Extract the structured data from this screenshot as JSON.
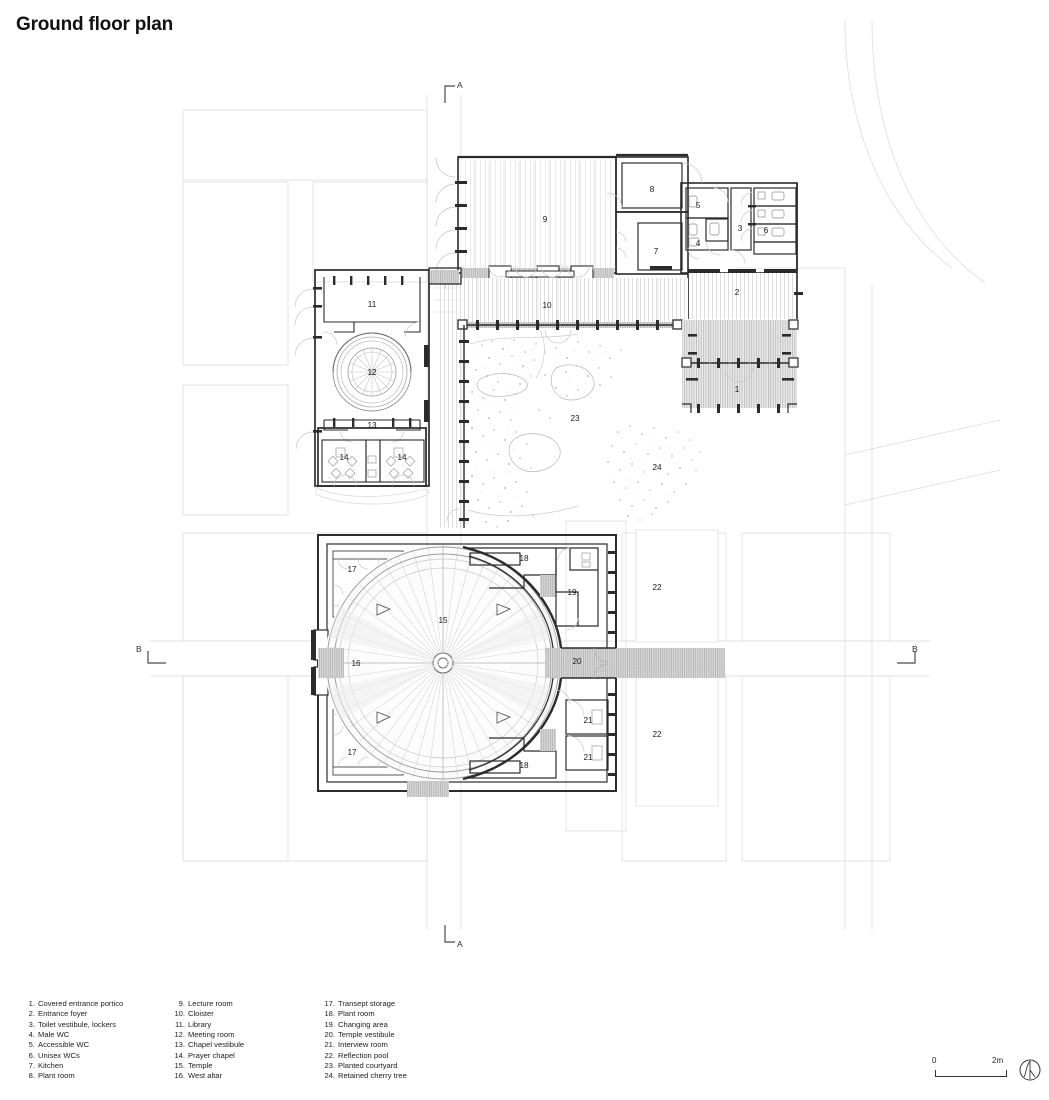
{
  "page": {
    "title": "Ground floor plan"
  },
  "scale": {
    "zero_label": "0",
    "max_label": "2m",
    "north_icon": "north-arrow-icon"
  },
  "section_markers": [
    {
      "name": "section-marker-a-top",
      "label": "A"
    },
    {
      "name": "section-marker-a-bottom",
      "label": "A"
    },
    {
      "name": "section-marker-b-left",
      "label": "B"
    },
    {
      "name": "section-marker-b-right",
      "label": "B"
    }
  ],
  "legend": {
    "columns": [
      [
        {
          "num": "1.",
          "label": "Covered entrance portico"
        },
        {
          "num": "2.",
          "label": "Entrance foyer"
        },
        {
          "num": "3.",
          "label": "Toilet vestibule, lockers"
        },
        {
          "num": "4.",
          "label": "Male WC"
        },
        {
          "num": "5.",
          "label": "Accessible WC"
        },
        {
          "num": "6.",
          "label": "Unisex WCs"
        },
        {
          "num": "7.",
          "label": "Kitchen"
        },
        {
          "num": "8.",
          "label": "Plant room"
        }
      ],
      [
        {
          "num": "9.",
          "label": "Lecture room"
        },
        {
          "num": "10.",
          "label": "Cloister"
        },
        {
          "num": "11.",
          "label": "Library"
        },
        {
          "num": "12.",
          "label": "Meeting room"
        },
        {
          "num": "13.",
          "label": "Chapel vestibule"
        },
        {
          "num": "14.",
          "label": "Prayer chapel"
        },
        {
          "num": "15.",
          "label": "Temple"
        },
        {
          "num": "16.",
          "label": "West altar"
        }
      ],
      [
        {
          "num": "17.",
          "label": "Transept storage"
        },
        {
          "num": "18.",
          "label": "Plant room"
        },
        {
          "num": "19.",
          "label": "Changing area"
        },
        {
          "num": "20.",
          "label": "Temple vestibule"
        },
        {
          "num": "21.",
          "label": "Interview room"
        },
        {
          "num": "22.",
          "label": "Reflection pool"
        },
        {
          "num": "23.",
          "label": "Planted courtyard"
        },
        {
          "num": "24.",
          "label": "Retained cherry tree"
        }
      ]
    ]
  },
  "room_numbers": {
    "n1": "1",
    "n2": "2",
    "n3": "3",
    "n4": "4",
    "n5": "5",
    "n6": "6",
    "n7": "7",
    "n8": "8",
    "n9": "9",
    "n10": "10",
    "n11": "11",
    "n12": "12",
    "n13": "13",
    "n14a": "14",
    "n14b": "14",
    "n15": "15",
    "n16": "16",
    "n17a": "17",
    "n17b": "17",
    "n18a": "18",
    "n18b": "18",
    "n19": "19",
    "n20": "20",
    "n21a": "21",
    "n21b": "21",
    "n22a": "22",
    "n22b": "22",
    "n23": "23",
    "n24": "24"
  },
  "colors": {
    "ink": "#1a1a1a",
    "wall": "#2b2b2b",
    "thin": "#6f6f6f",
    "site": "#d9d9d9",
    "hatch": "#9a9a9a",
    "paving": "#bfbfbf",
    "planting": "#8c8c8c"
  }
}
